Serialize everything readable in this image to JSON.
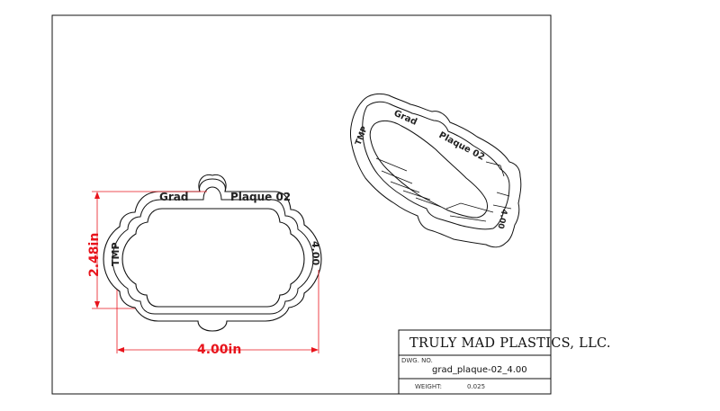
{
  "front_view": {
    "top_left_label": "Grad",
    "top_right_label": "Plaque 02",
    "left_label": "TMP",
    "right_label": "4.00"
  },
  "iso_view": {
    "top_left_label": "Grad",
    "top_right_label": "Plaque 02",
    "left_label": "TMP",
    "right_label": "4.00"
  },
  "dimensions": {
    "height_label": "2.48in",
    "width_label": "4.00in",
    "color": "#e8141c"
  },
  "title_block": {
    "company": "TRULY MAD PLASTICS, LLC.",
    "dwg_no_label": "DWG.  NO.",
    "dwg_no_value": "grad_plaque-02_4.00",
    "weight_label": "WEIGHT:",
    "weight_value": "0.025"
  }
}
